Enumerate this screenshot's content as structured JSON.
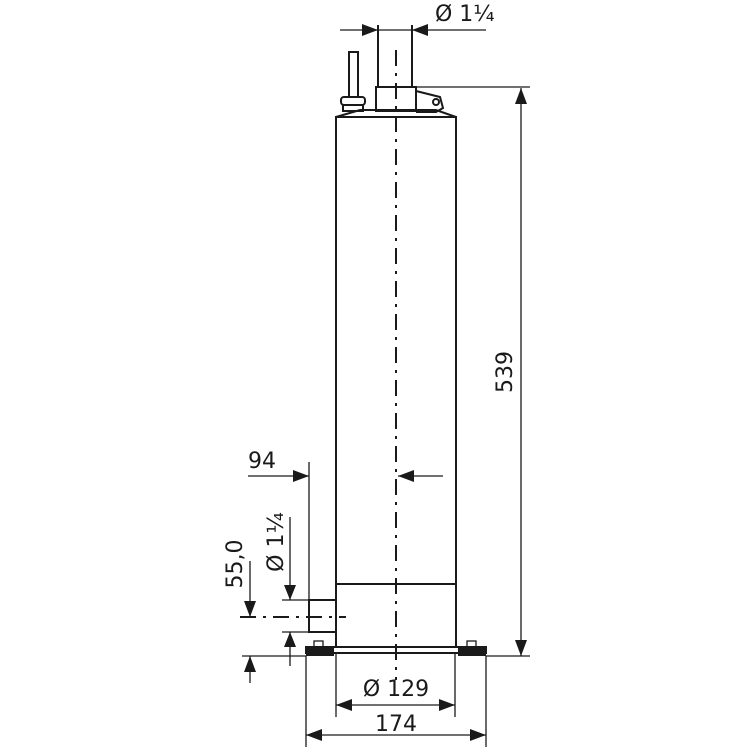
{
  "drawing": {
    "top_outlet_diameter": "Ø 1¼",
    "total_height": "539",
    "outlet_offset": "94",
    "side_outlet_diameter": "Ø 1¼",
    "side_outlet_height": "55,0",
    "body_diameter": "Ø 129",
    "base_width": "174"
  }
}
